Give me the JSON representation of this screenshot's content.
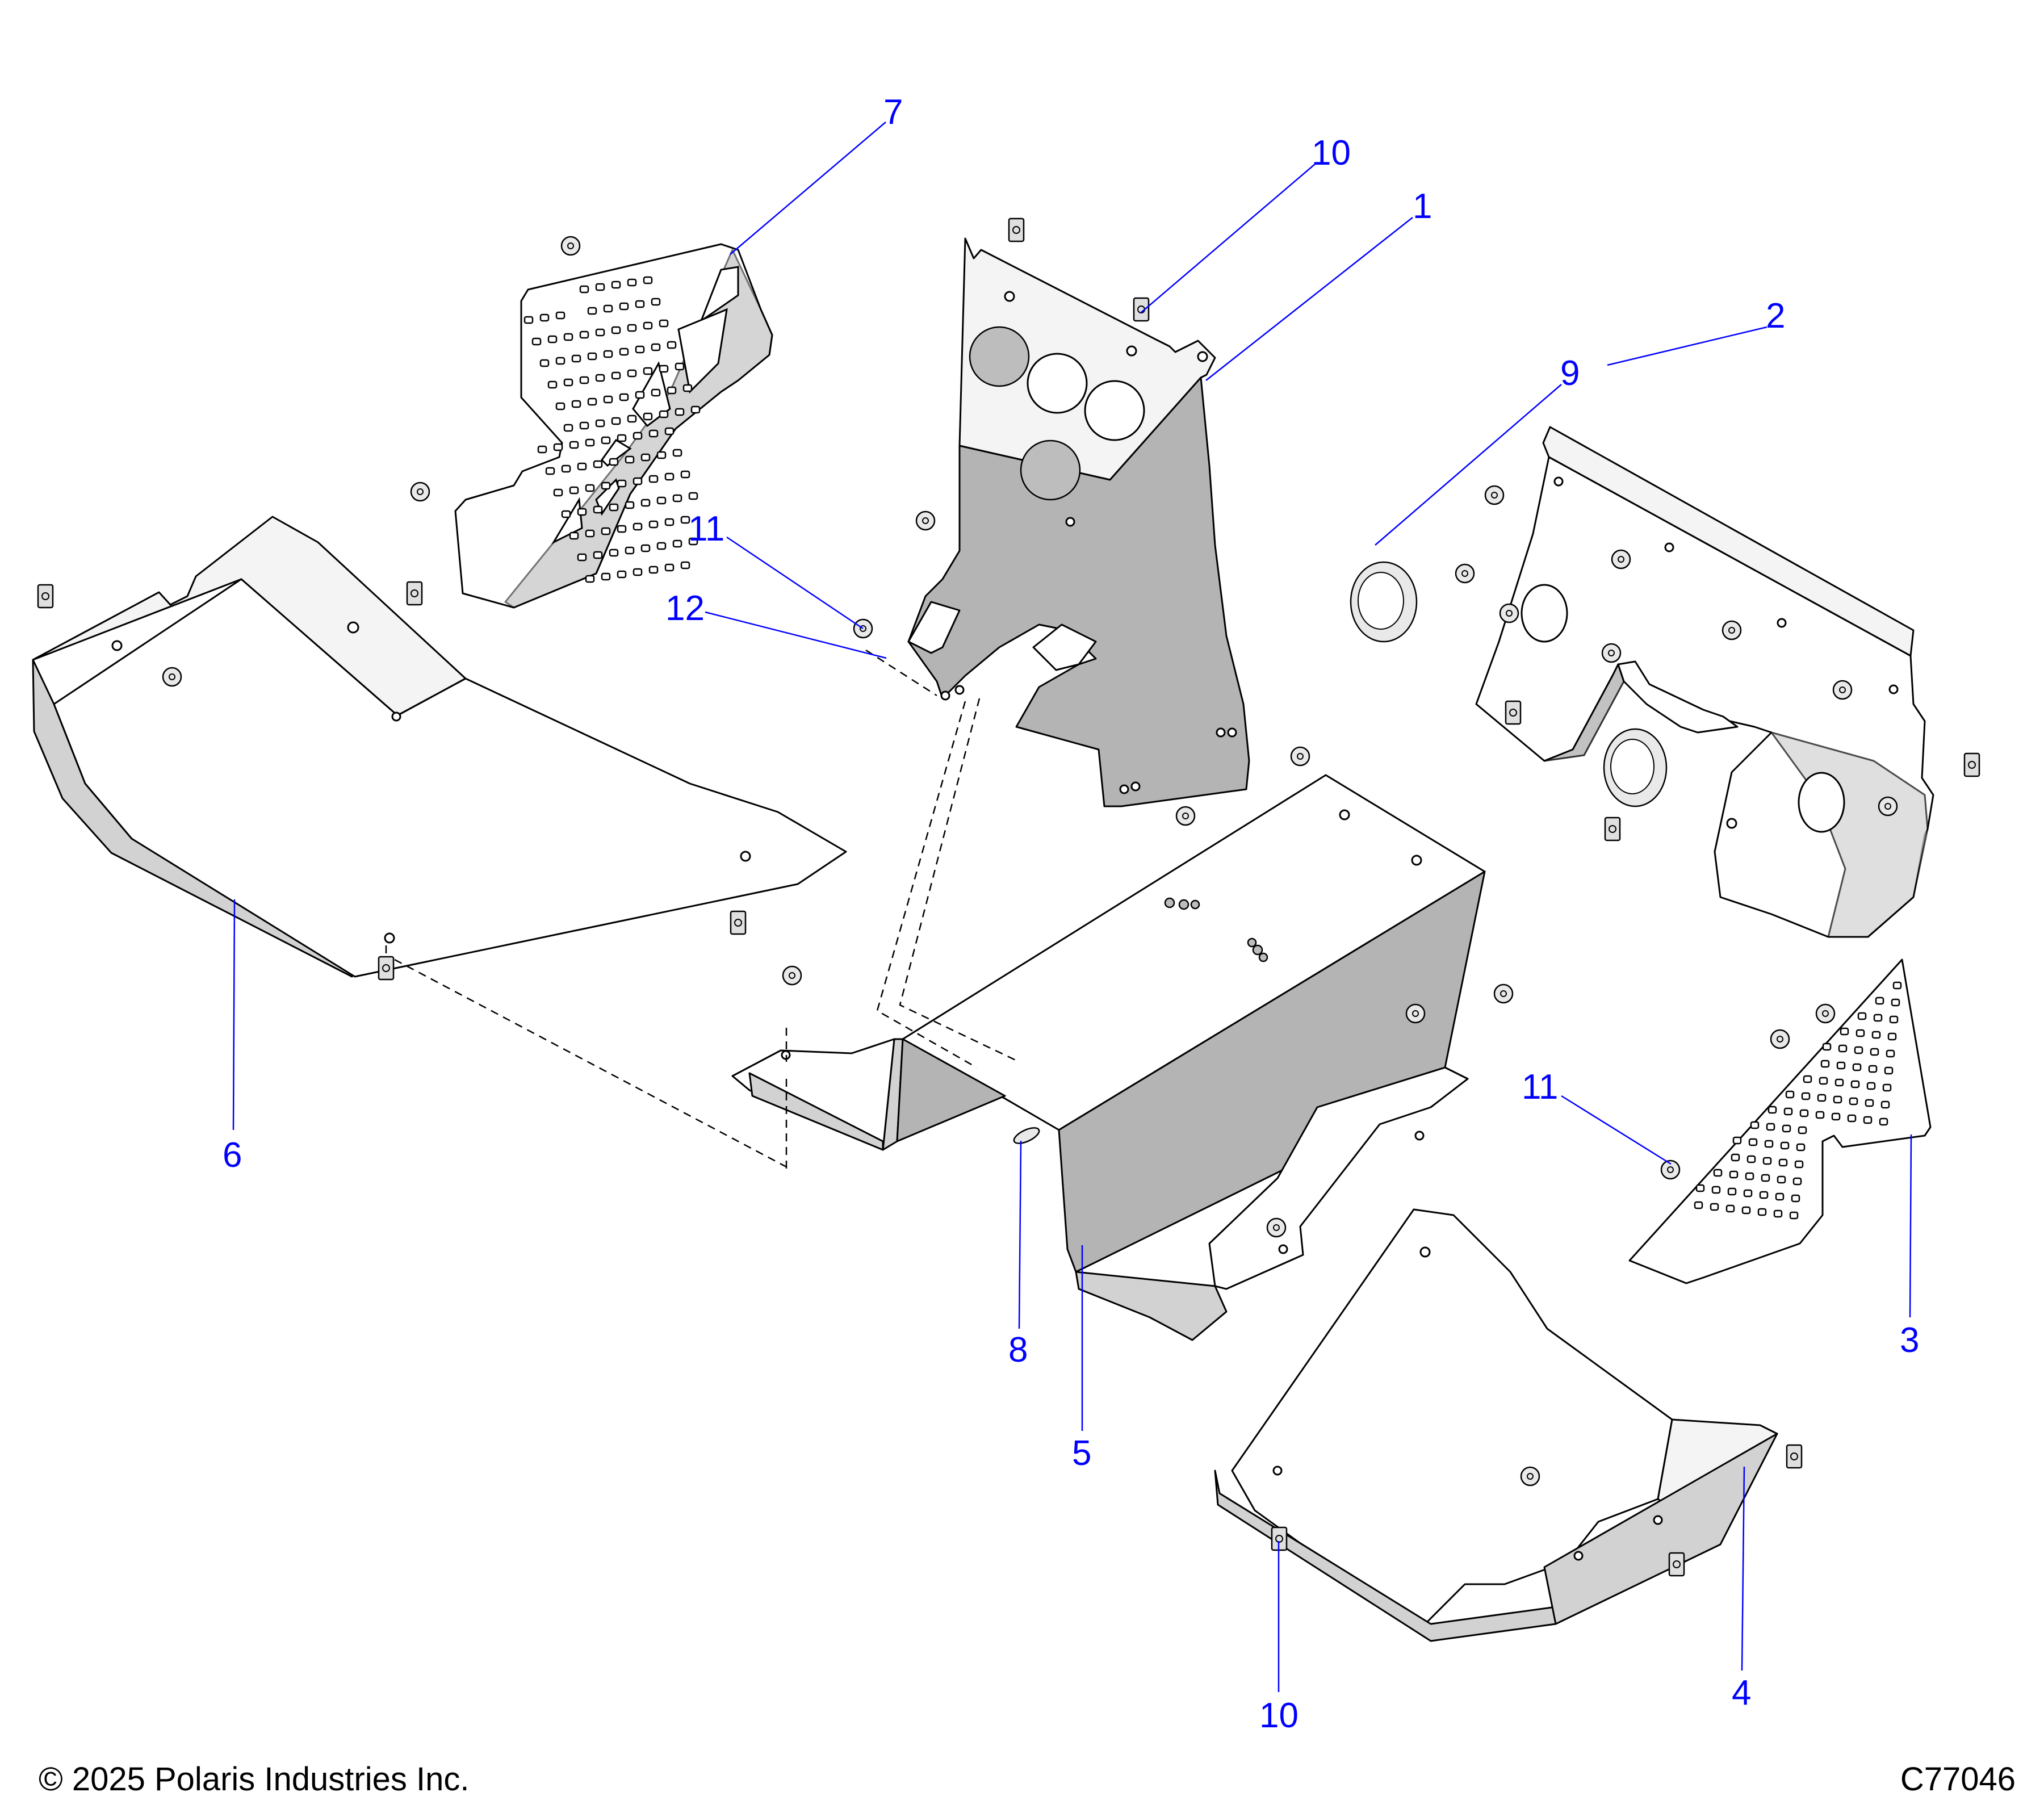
{
  "diagram": {
    "title": "Dash / Footwell Panels Exploded View",
    "callouts": [
      {
        "id": "c7",
        "label": "7",
        "part": "perforated-panel-left"
      },
      {
        "id": "c10a",
        "label": "10",
        "part": "clip-nut"
      },
      {
        "id": "c1",
        "label": "1",
        "part": "center-gauge-panel"
      },
      {
        "id": "c2",
        "label": "2",
        "part": "right-dash-panel"
      },
      {
        "id": "c9",
        "label": "9",
        "part": "grommet"
      },
      {
        "id": "c11a",
        "label": "11",
        "part": "push-rivet"
      },
      {
        "id": "c12",
        "label": "12",
        "part": "pin"
      },
      {
        "id": "c6",
        "label": "6",
        "part": "left-footwell-panel"
      },
      {
        "id": "c11b",
        "label": "11",
        "part": "push-rivet"
      },
      {
        "id": "c3",
        "label": "3",
        "part": "perforated-panel-right"
      },
      {
        "id": "c8",
        "label": "8",
        "part": "nut-plate"
      },
      {
        "id": "c5",
        "label": "5",
        "part": "center-console-panel"
      },
      {
        "id": "c4",
        "label": "4",
        "part": "right-footwell-panel"
      },
      {
        "id": "c10b",
        "label": "10",
        "part": "clip-nut"
      }
    ],
    "colors": {
      "callout": "#0000ff",
      "outline": "#000000",
      "panel_light": "#f4f4f4",
      "panel_shade": "#b4b4b4"
    }
  },
  "footer": {
    "copyright": "© 2025 Polaris Industries Inc.",
    "drawing_code": "C77046"
  }
}
